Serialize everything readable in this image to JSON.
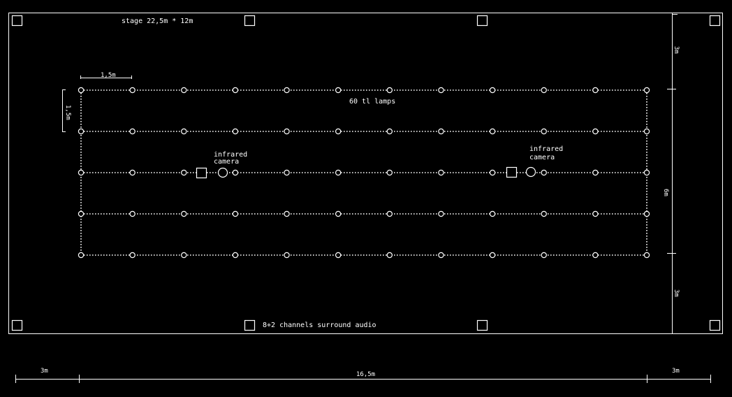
{
  "stage_label": "stage 22,5m * 12m",
  "lamps_label": "60 tl lamps",
  "audio_label": "8+2 channels surround audio",
  "camera_left_label": [
    "infrared",
    "camera"
  ],
  "camera_right_label": [
    "infrared",
    "camera"
  ],
  "dim_spacing_h": "1,5m",
  "dim_spacing_v": "1,5m",
  "dim_right_top": "3m",
  "dim_right_mid": "6m",
  "dim_right_bottom": "3m",
  "dim_bottom_left": "3m",
  "dim_bottom_mid": "16,5m",
  "dim_bottom_right": "3m",
  "grid": {
    "rows": 5,
    "cols": 12,
    "lamp_count": 60
  },
  "colors": {
    "background": "#000000",
    "line": "#ffffff"
  },
  "icons": {
    "lamp": "circle-icon",
    "speaker": "square-icon",
    "camera": "camera-icon"
  }
}
